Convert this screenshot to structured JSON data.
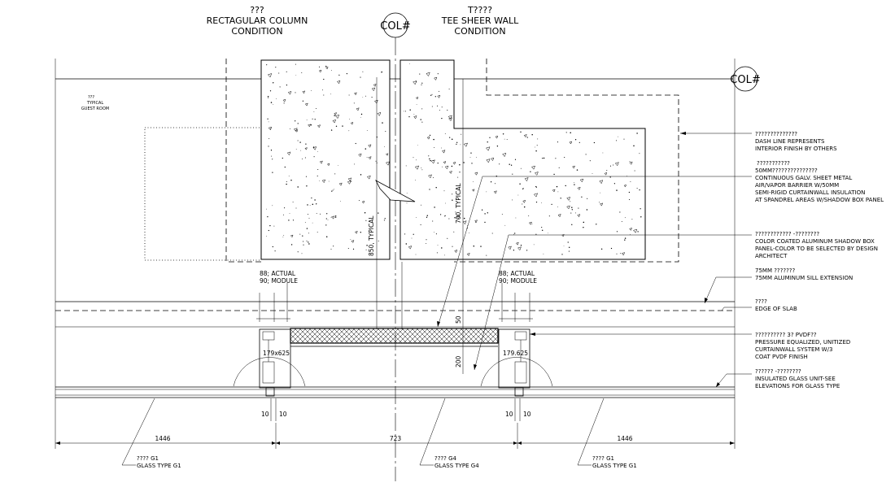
{
  "col_bubble": "COL#",
  "col_bubble_right": "COL#",
  "left_condition": {
    "line1": "???",
    "line2": "RECTAGULAR COLUMN",
    "line3": "CONDITION"
  },
  "right_condition": {
    "line1": "T????",
    "line2": "TEE SHEER WALL",
    "line3": "CONDITION"
  },
  "room_label": {
    "line1": "???",
    "line2": "TYPICAL",
    "line3": "GUEST ROOM"
  },
  "dims": {
    "col_typical_left": "850, TYPICAL",
    "col_typical_right": "700, TYPICAL",
    "actual_left": "88; ACTUAL",
    "module_left": "90; MODULE",
    "actual_right": "88; ACTUAL",
    "module_right": "90; MODULE",
    "mullion_left": "179x625",
    "mullion_right": "179.625",
    "d50": "50",
    "d200": "200",
    "gap_left_1": "10",
    "gap_left_2": "10",
    "gap_right_1": "10",
    "gap_right_2": "10",
    "span_left": "1446",
    "span_mid": "723",
    "span_right": "1446"
  },
  "notes": [
    {
      "lines": [
        "??????????????",
        "DASH LINE REPRESENTS",
        "INTERIOR FINISH BY OTHERS"
      ]
    },
    {
      "lines": [
        "???????????",
        "50MM???????????????",
        "CONTINUOUS GALV. SHEET METAL",
        "AIR/VAPOR BARRIER W/50MM",
        "SEMI-RIGID CURTAINWALL INSULATION",
        "AT SPANDREL AREAS W/SHADOW BOX PANEL"
      ]
    },
    {
      "lines": [
        "????????????         -????????",
        "COLOR COATED ALUMINUM SHADOW BOX",
        "PANEL-COLOR TO BE SELECTED BY DESIGN",
        "ARCHITECT"
      ]
    },
    {
      "lines": [
        "75MM ???????",
        "75MM ALUMINUM SILL EXTENSION"
      ]
    },
    {
      "lines": [
        "????",
        "EDGE OF SLAB"
      ]
    },
    {
      "lines": [
        "??????????              3? PVDF??",
        "PRESSURE EQUALIZED, UNITIZED",
        "CURTAINWALL SYSTEM W/3",
        "COAT PVDF FINISH"
      ]
    },
    {
      "lines": [
        "??????      -????????",
        "INSULATED GLASS UNIT-SEE",
        "ELEVATIONS FOR GLASS TYPE"
      ]
    }
  ],
  "glass_labels": [
    {
      "line1": "????     G1",
      "line2": "GLASS TYPE G1"
    },
    {
      "line1": "????     G4",
      "line2": "GLASS TYPE G4"
    },
    {
      "line1": "????     G1",
      "line2": "GLASS TYPE G1"
    }
  ]
}
